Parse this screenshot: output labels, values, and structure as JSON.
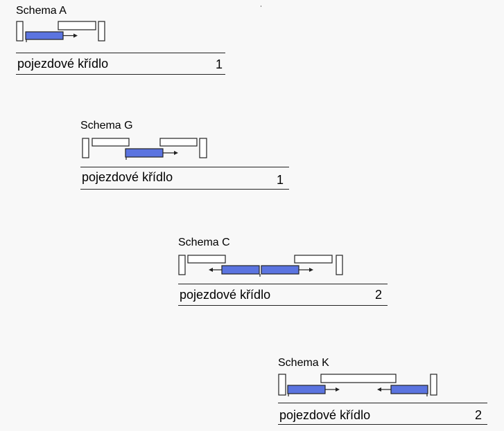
{
  "colors": {
    "sash_fill": "#5b74e0",
    "outline": "#222222",
    "background": "#f8f8f8"
  },
  "schemes": [
    {
      "title": "Schema A",
      "row_label": "pojezdové křídlo",
      "count": "1"
    },
    {
      "title": "Schema G",
      "row_label": "pojezdové křídlo",
      "count": "1"
    },
    {
      "title": "Schema C",
      "row_label": "pojezdové křídlo",
      "count": "2"
    },
    {
      "title": "Schema K",
      "row_label": "pojezdové křídlo",
      "count": "2"
    }
  ]
}
